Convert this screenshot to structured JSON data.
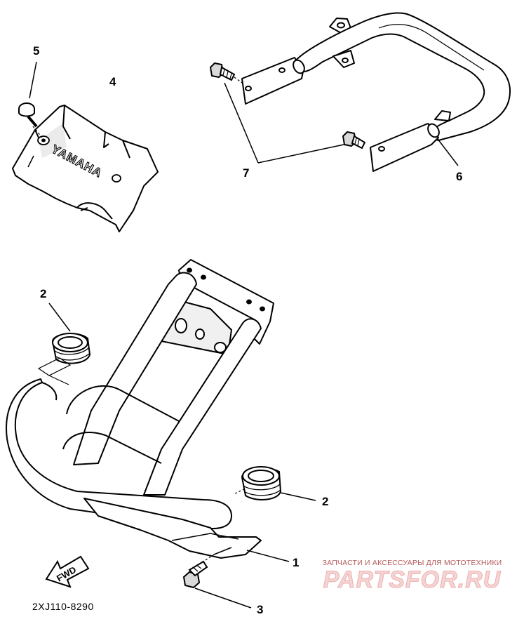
{
  "diagram": {
    "callouts": {
      "c1": "1",
      "c2a": "2",
      "c2b": "2",
      "c3": "3",
      "c4": "4",
      "c5": "5",
      "c6": "6",
      "c7": "7"
    },
    "cover_brand": "YAMAHA",
    "fwd_label": "FWD",
    "part_code": "2XJ110-8290"
  },
  "watermark": {
    "caption": "ЗАПЧАСТИ И АКСЕССУАРЫ ДЛЯ МОТОТЕХНИКИ",
    "logo": "PARTSFOR.RU"
  },
  "colors": {
    "line": "#000000",
    "paper": "#ffffff",
    "watermark_caption": "#b65a5a",
    "watermark_logo": "#f6d4d4"
  }
}
